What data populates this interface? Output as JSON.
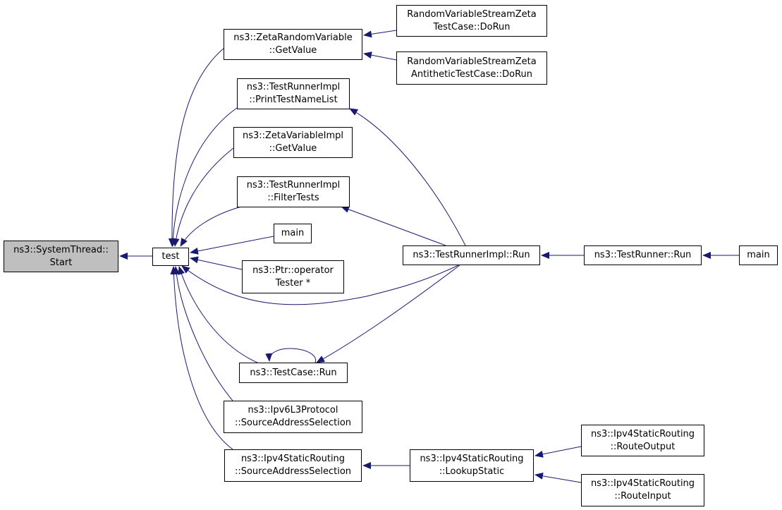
{
  "colors": {
    "edge": "#191970",
    "current_fill": "#bfbfbf",
    "node_fill": "#ffffff",
    "border": "#000000"
  },
  "nodes": [
    {
      "id": "start",
      "lines": [
        "ns3::SystemThread::",
        "Start"
      ],
      "current": true
    },
    {
      "id": "test",
      "lines": [
        "test"
      ]
    },
    {
      "id": "zrv_getvalue",
      "lines": [
        "ns3::ZetaRandomVariable",
        "::GetValue"
      ]
    },
    {
      "id": "rvs_zeta_dorun",
      "lines": [
        "RandomVariableStreamZeta",
        "TestCase::DoRun"
      ]
    },
    {
      "id": "rvs_zeta_anti_dorun",
      "lines": [
        "RandomVariableStreamZeta",
        "AntitheticTestCase::DoRun"
      ]
    },
    {
      "id": "print_test_name_list",
      "lines": [
        "ns3::TestRunnerImpl",
        "::PrintTestNameList"
      ]
    },
    {
      "id": "zvi_getvalue",
      "lines": [
        "ns3::ZetaVariableImpl",
        "::GetValue"
      ]
    },
    {
      "id": "filter_tests",
      "lines": [
        "ns3::TestRunnerImpl",
        "::FilterTests"
      ]
    },
    {
      "id": "main1",
      "lines": [
        "main"
      ]
    },
    {
      "id": "ptr_operator",
      "lines": [
        "ns3::Ptr::operator",
        "Tester *"
      ]
    },
    {
      "id": "testrunnerimpl_run",
      "lines": [
        "ns3::TestRunnerImpl::Run"
      ]
    },
    {
      "id": "testrunner_run",
      "lines": [
        "ns3::TestRunner::Run"
      ]
    },
    {
      "id": "main2",
      "lines": [
        "main"
      ]
    },
    {
      "id": "testcase_run",
      "lines": [
        "ns3::TestCase::Run"
      ]
    },
    {
      "id": "ipv6l3_sas",
      "lines": [
        "ns3::Ipv6L3Protocol",
        "::SourceAddressSelection"
      ]
    },
    {
      "id": "ipv4sr_sas",
      "lines": [
        "ns3::Ipv4StaticRouting",
        "::SourceAddressSelection"
      ]
    },
    {
      "id": "ipv4sr_lookup",
      "lines": [
        "ns3::Ipv4StaticRouting",
        "::LookupStatic"
      ]
    },
    {
      "id": "ipv4sr_routeoutput",
      "lines": [
        "ns3::Ipv4StaticRouting",
        "::RouteOutput"
      ]
    },
    {
      "id": "ipv4sr_routeinput",
      "lines": [
        "ns3::Ipv4StaticRouting",
        "::RouteInput"
      ]
    }
  ],
  "edges": [
    {
      "from": "test",
      "to": "start"
    },
    {
      "from": "zrv_getvalue",
      "to": "test"
    },
    {
      "from": "print_test_name_list",
      "to": "test"
    },
    {
      "from": "zvi_getvalue",
      "to": "test"
    },
    {
      "from": "filter_tests",
      "to": "test"
    },
    {
      "from": "main1",
      "to": "test"
    },
    {
      "from": "ptr_operator",
      "to": "test"
    },
    {
      "from": "testrunnerimpl_run",
      "to": "test"
    },
    {
      "from": "testcase_run",
      "to": "test"
    },
    {
      "from": "ipv6l3_sas",
      "to": "test"
    },
    {
      "from": "ipv4sr_sas",
      "to": "test"
    },
    {
      "from": "rvs_zeta_dorun",
      "to": "zrv_getvalue"
    },
    {
      "from": "rvs_zeta_anti_dorun",
      "to": "zrv_getvalue"
    },
    {
      "from": "testrunnerimpl_run",
      "to": "print_test_name_list"
    },
    {
      "from": "testrunnerimpl_run",
      "to": "filter_tests"
    },
    {
      "from": "testrunner_run",
      "to": "testrunnerimpl_run"
    },
    {
      "from": "main2",
      "to": "testrunner_run"
    },
    {
      "from": "testrunnerimpl_run",
      "to": "testcase_run"
    },
    {
      "from": "testcase_run",
      "to": "testcase_run"
    },
    {
      "from": "ipv4sr_lookup",
      "to": "ipv4sr_sas"
    },
    {
      "from": "ipv4sr_routeoutput",
      "to": "ipv4sr_lookup"
    },
    {
      "from": "ipv4sr_routeinput",
      "to": "ipv4sr_lookup"
    }
  ]
}
